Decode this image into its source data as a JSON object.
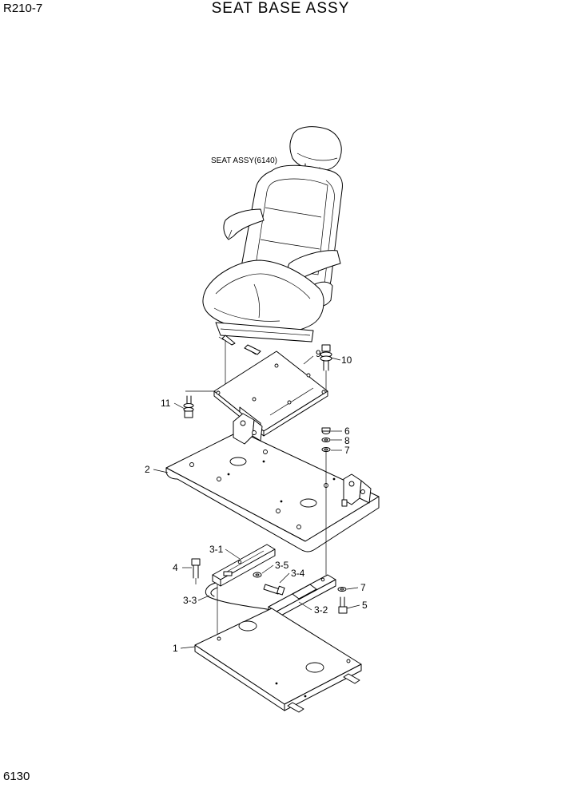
{
  "header": {
    "model": "R210-7",
    "title": "SEAT BASE ASSY"
  },
  "footer": {
    "page_number": "6130"
  },
  "diagram": {
    "seat_label": "SEAT ASSY(6140)",
    "callouts": {
      "p1": "1",
      "p2": "2",
      "p3_1": "3-1",
      "p3_2": "3-2",
      "p3_3": "3-3",
      "p3_4": "3-4",
      "p3_5": "3-5",
      "p4": "4",
      "p5": "5",
      "p6": "6",
      "p7a": "7",
      "p7b": "7",
      "p8": "8",
      "p9": "9",
      "p10": "10",
      "p11": "11"
    }
  }
}
